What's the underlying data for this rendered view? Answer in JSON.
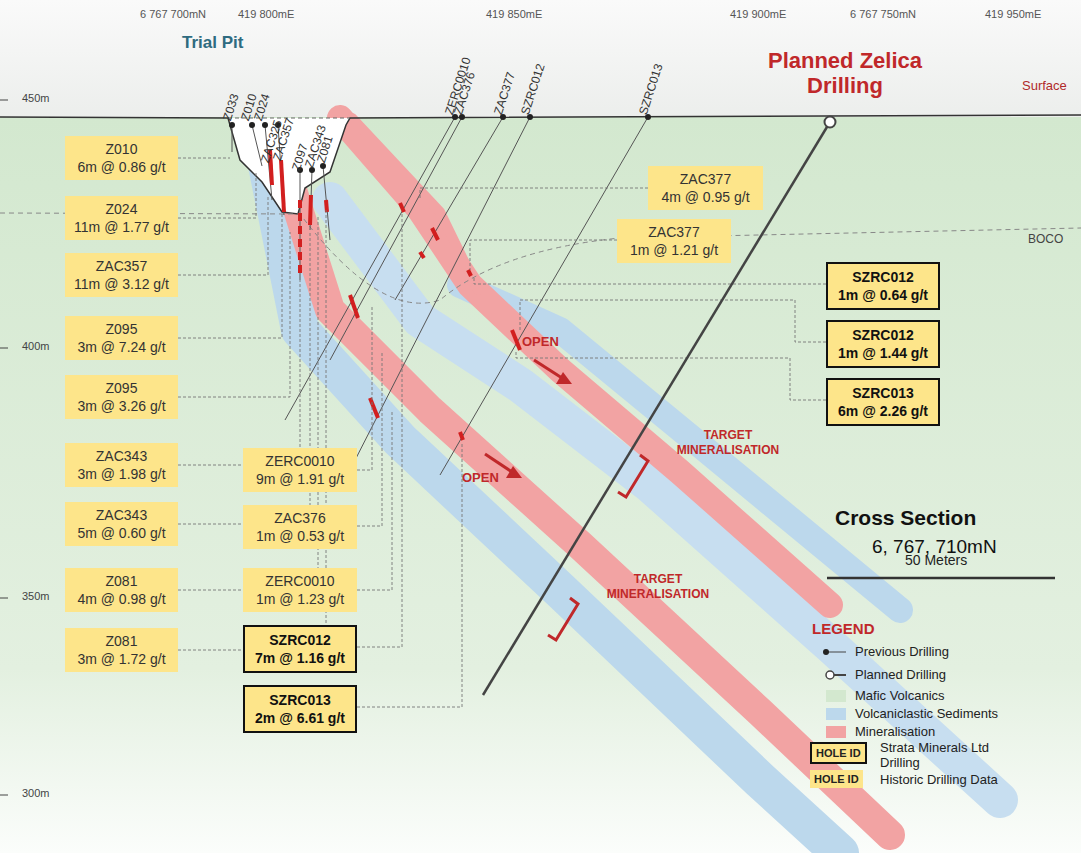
{
  "diagram": {
    "title": "Cross Section",
    "nodes": [
      {
        "text": [
          "Z010",
          "6m @ 0.86 g/t"
        ]
      },
      {
        "text": [
          "Z024",
          "11m @ 1.77 g/t"
        ]
      },
      {
        "text": [
          "ZAC357",
          "11m @ 3.12 g/t"
        ]
      },
      {
        "text": [
          "Z095",
          "3m @ 7.24 g/t"
        ]
      },
      {
        "text": [
          "Z095",
          "3m @ 3.26 g/t"
        ]
      },
      {
        "text": [
          "ZAC343",
          "3m @ 1.98 g/t"
        ]
      },
      {
        "text": [
          "ZAC343",
          "5m @ 0.60 g/t"
        ]
      },
      {
        "text": [
          "Z081",
          "4m @ 0.98 g/t"
        ]
      },
      {
        "text": [
          "Z081",
          "3m @ 1.72 g/t"
        ]
      },
      {
        "text": [
          "ZERC0010",
          "9m @ 1.91 g/t"
        ]
      },
      {
        "text": [
          "ZAC376",
          "1m @ 0.53 g/t"
        ]
      },
      {
        "text": [
          "ZERC0010",
          "1m @ 1.23 g/t"
        ]
      },
      {
        "text": [
          "SZRC012",
          "7m @ 1.16 g/t"
        ]
      },
      {
        "text": [
          "SZRC013",
          "2m @ 6.61 g/t"
        ]
      },
      {
        "text": [
          "ZAC377",
          "4m @ 0.95 g/t"
        ]
      },
      {
        "text": [
          "ZAC377",
          "1m @ 1.21 g/t"
        ]
      },
      {
        "text": [
          "SZRC012",
          "1m @ 0.64 g/t"
        ]
      },
      {
        "text": [
          "SZRC012",
          "1m @ 1.44 g/t"
        ]
      },
      {
        "text": [
          "SZRC013",
          "6m @ 2.26 g/t"
        ]
      }
    ],
    "labels": [
      "6 767 700mN",
      "419 800mE",
      "419 850mE",
      "419 900mE",
      "6 767 750mN",
      "419 950mE",
      "450m",
      "400m",
      "350m",
      "300m",
      "Surface",
      "BOCO",
      "Trial Pit",
      "Planned Zelica Drilling",
      "Z033",
      "Z010",
      "Z024",
      "ZAC325",
      "ZAC357",
      "Z097",
      "ZAC343",
      "Z081",
      "ZERC0010",
      "ZAC376",
      "ZAC377",
      "SZRC012",
      "SZRC013",
      "OPEN",
      "OPEN",
      "TARGET MINERALISATION",
      "TARGET MINERALISATION",
      "6, 767, 710mN",
      "50 Meters",
      "LEGEND",
      "HOLE ID",
      "HOLE ID"
    ],
    "legend": [
      {
        "text": "Previous Drilling"
      },
      {
        "text": "Planned Drilling"
      },
      {
        "text": "Mafic Volcanics",
        "color": "#d3e8cf"
      },
      {
        "text": "Volcaniclastic Sediments",
        "color": "#bcd8ec"
      },
      {
        "text": "Mineralisation",
        "color": "#f2a3a3"
      },
      {
        "text": "Strata Minerals Ltd Drilling"
      },
      {
        "text": "Historic Drilling Data"
      }
    ]
  }
}
